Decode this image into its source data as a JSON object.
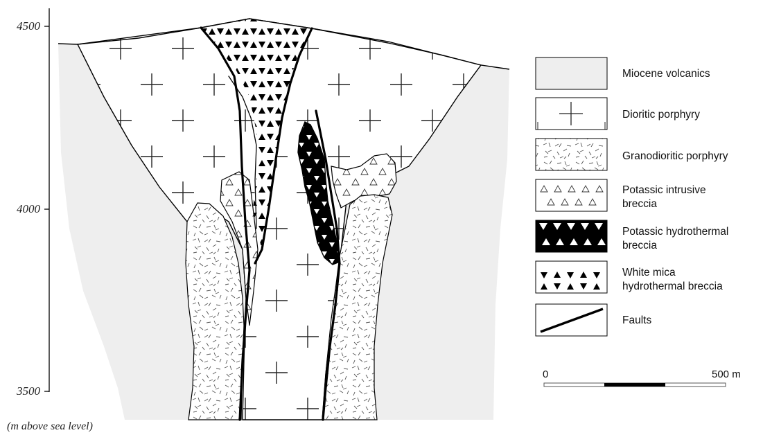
{
  "axis": {
    "ticks": [
      {
        "label": "4500",
        "value": 4500
      },
      {
        "label": "4000",
        "value": 4000
      },
      {
        "label": "3500",
        "value": 3500
      }
    ],
    "unit_note": "(m above sea level)"
  },
  "legend": [
    {
      "key": "miocene",
      "label_lines": [
        "Miocene volcanics"
      ]
    },
    {
      "key": "dioritic",
      "label_lines": [
        "Dioritic porphyry"
      ]
    },
    {
      "key": "granodioritic",
      "label_lines": [
        "Granodioritic porphyry"
      ]
    },
    {
      "key": "potassic-intrusive",
      "label_lines": [
        "Potassic intrusive",
        "breccia"
      ]
    },
    {
      "key": "potassic-hydrothermal",
      "label_lines": [
        "Potassic hydrothermal",
        "breccia"
      ]
    },
    {
      "key": "white-mica",
      "label_lines": [
        "White mica",
        "hydrothermal breccia"
      ]
    },
    {
      "key": "faults",
      "label_lines": [
        "Faults"
      ]
    }
  ],
  "scale": {
    "start_label": "0",
    "end_label": "500 m"
  },
  "colors": {
    "volcanics_fill": "#eeeeee",
    "line": "#000000",
    "background": "#ffffff"
  }
}
